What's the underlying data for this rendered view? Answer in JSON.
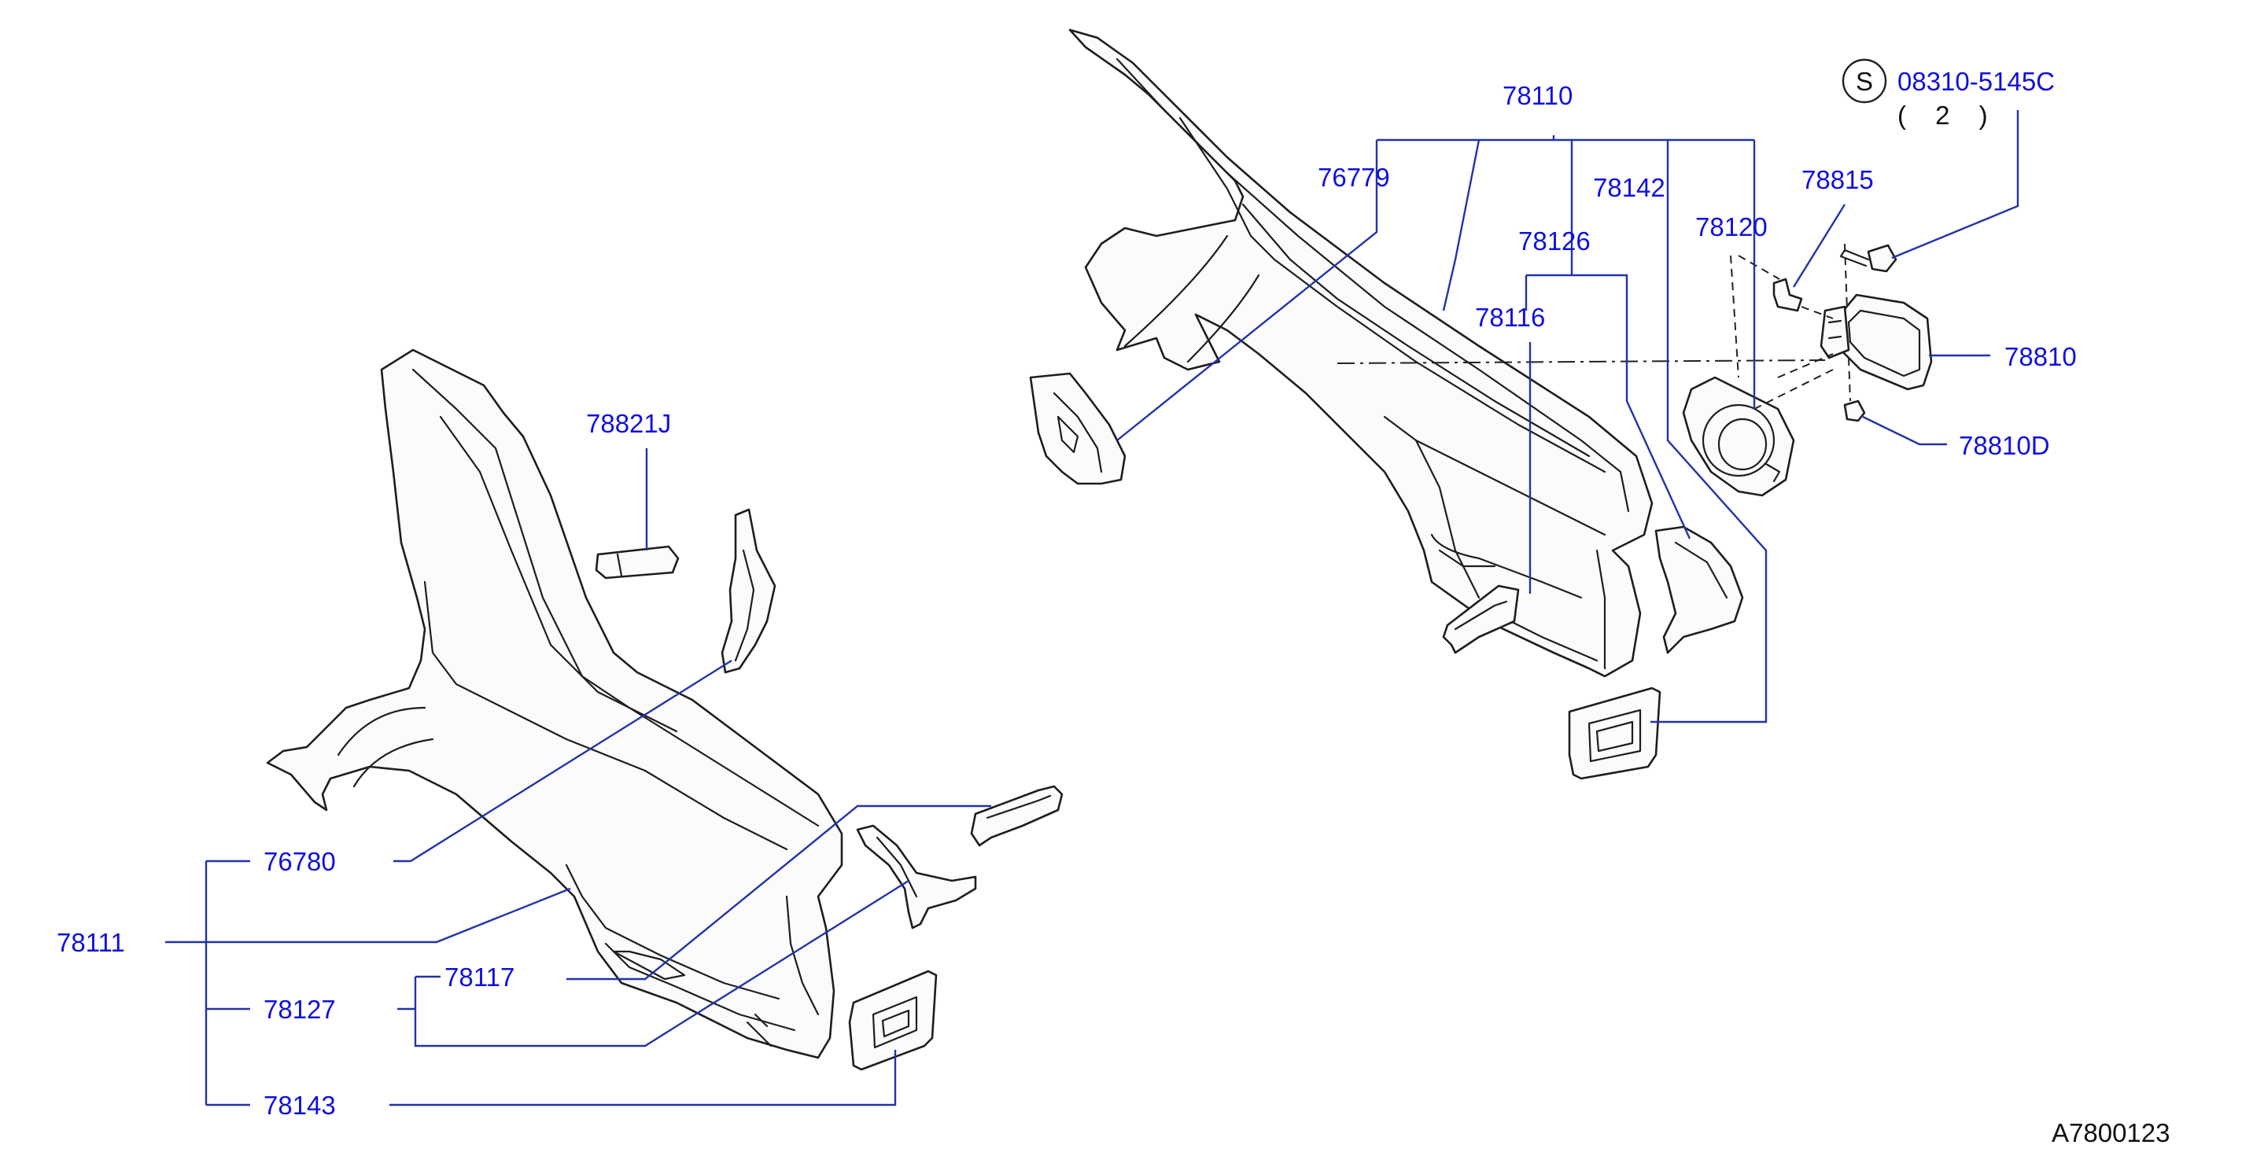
{
  "labels": {
    "p78110": "78110",
    "p76779": "76779",
    "p78142": "78142",
    "p78815": "78815",
    "p78126": "78126",
    "p78120": "78120",
    "p78116": "78116",
    "p78810": "78810",
    "p78810D": "78810D",
    "p78821J": "78821J",
    "p76780": "76780",
    "p78111": "78111",
    "p78117": "78117",
    "p78127": "78127",
    "p78143": "78143"
  },
  "screw": {
    "symbol": "S",
    "part": "08310-5145C",
    "qty": "( 2 )"
  },
  "diagram_ref": "A7800123",
  "colors": {
    "label": "#1111dd",
    "leader": "#2233aa",
    "outline": "#1e1e1e"
  }
}
